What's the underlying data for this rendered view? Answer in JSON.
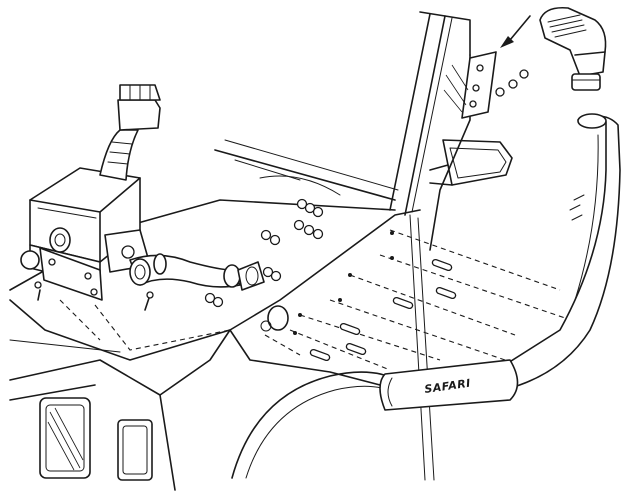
{
  "diagram": {
    "snorkel_logo_text": "SAFARI",
    "parts": {
      "air_ram_head": "air-ram-head",
      "snorkel_body": "snorkel-body",
      "mounting_bracket": "mounting-bracket",
      "airbox": "airbox",
      "intake_hose": "intake-hose",
      "mounting_studs": "mounting-studs",
      "fasteners": "fasteners"
    },
    "colors": {
      "line": "#1a1a1a",
      "background": "#ffffff"
    }
  }
}
